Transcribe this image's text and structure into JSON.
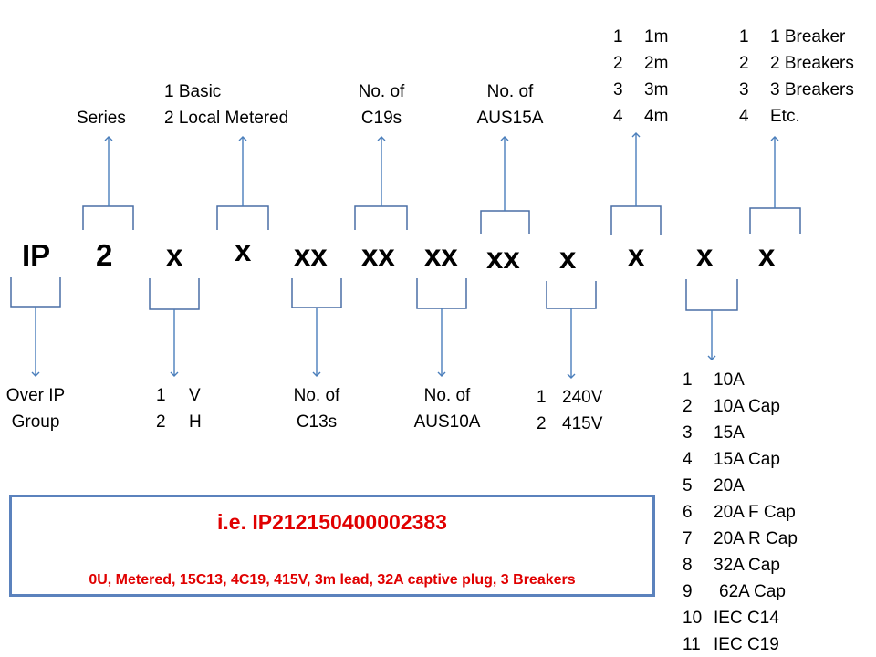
{
  "code_segments": [
    {
      "id": "ip",
      "text": "IP"
    },
    {
      "id": "series",
      "text": "2"
    },
    {
      "id": "type",
      "text": "x"
    },
    {
      "id": "model",
      "text": "x"
    },
    {
      "id": "c13",
      "text": "xx"
    },
    {
      "id": "c19",
      "text": "xx"
    },
    {
      "id": "aus10a",
      "text": "xx"
    },
    {
      "id": "aus15a",
      "text": "xx"
    },
    {
      "id": "voltage",
      "text": "x"
    },
    {
      "id": "lead",
      "text": "x"
    },
    {
      "id": "plug",
      "text": "x"
    },
    {
      "id": "breakers",
      "text": "x"
    }
  ],
  "top_labels": {
    "series": "Series",
    "model": [
      "1 Basic",
      "2 Local Metered"
    ],
    "c19": [
      "No. of",
      "C19s"
    ],
    "aus15a": [
      "No. of",
      "AUS15A"
    ],
    "lead": [
      {
        "n": "1",
        "t": "1m"
      },
      {
        "n": "2",
        "t": "2m"
      },
      {
        "n": "3",
        "t": "3m"
      },
      {
        "n": "4",
        "t": "4m"
      }
    ],
    "breakers": [
      {
        "n": "1",
        "t": "1 Breaker"
      },
      {
        "n": "2",
        "t": "2 Breakers"
      },
      {
        "n": "3",
        "t": "3 Breakers"
      },
      {
        "n": "4",
        "t": "Etc."
      }
    ]
  },
  "bottom_labels": {
    "ip": [
      "Over IP",
      "Group"
    ],
    "type": [
      {
        "n": "1",
        "t": "V"
      },
      {
        "n": "2",
        "t": "H"
      }
    ],
    "c13": [
      "No. of",
      "C13s"
    ],
    "aus10a": [
      "No. of",
      "AUS10A"
    ],
    "voltage": [
      {
        "n": "1",
        "t": "240V"
      },
      {
        "n": "2",
        "t": "415V"
      }
    ],
    "plug": [
      {
        "n": "1",
        "t": "10A"
      },
      {
        "n": "2",
        "t": "10A Cap"
      },
      {
        "n": "3",
        "t": "15A"
      },
      {
        "n": "4",
        "t": "15A Cap"
      },
      {
        "n": "5",
        "t": "20A"
      },
      {
        "n": "6",
        "t": "20A F Cap"
      },
      {
        "n": "7",
        "t": "20A R Cap"
      },
      {
        "n": "8",
        "t": "32A Cap"
      },
      {
        "n": "9",
        "t": "62A Cap"
      },
      {
        "n": "10",
        "t": "IEC C14"
      },
      {
        "n": "11",
        "t": "IEC C19"
      }
    ]
  },
  "example": {
    "title": "i.e. IP212150400002383",
    "description": "0U,  Metered, 15C13, 4C19, 415V, 3m lead, 32A captive plug, 3 Breakers",
    "border_color": "#5b82bd",
    "text_color": "#e00000"
  },
  "colors": {
    "bracket": "#4a6fa5",
    "arrow": "#4a7ebb"
  }
}
